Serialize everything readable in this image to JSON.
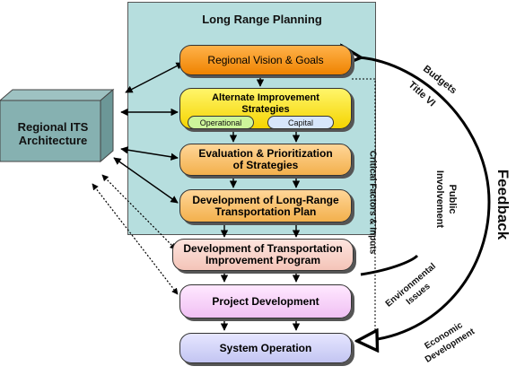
{
  "panel": {
    "title": "Long Range Planning"
  },
  "its": {
    "line1": "Regional ITS",
    "line2": "Architecture"
  },
  "steps": {
    "vision": "Regional Vision & Goals",
    "alternate_line1": "Alternate Improvement",
    "alternate_line2": "Strategies",
    "operational": "Operational",
    "capital": "Capital",
    "eval_line1": "Evaluation & Prioritization",
    "eval_line2": "of Strategies",
    "lrtp_line1": "Development of Long-Range",
    "lrtp_line2": "Transportation Plan",
    "tip_line1": "Development of Transportation",
    "tip_line2": "Improvement Program",
    "project": "Project Development",
    "operation": "System Operation"
  },
  "critical_factors": "Critical Factors & Inputs",
  "feedback": {
    "title": "Feedback",
    "budgets": "Budgets",
    "title_vi": "Title VI",
    "public_line1": "Public",
    "public_line2": "Involvement",
    "environmental_line1": "Environmental",
    "environmental_line2": "Issues",
    "economic_line1": "Economic",
    "economic_line2": "Development"
  },
  "colors": {
    "panel": "#b6dede",
    "vision": "#f39422",
    "alternate": "#f8e032",
    "evaluation": "#f7c26e",
    "tip": "#f9d3c9",
    "project": "#f6d0f6",
    "operation": "#d4d5f6"
  }
}
